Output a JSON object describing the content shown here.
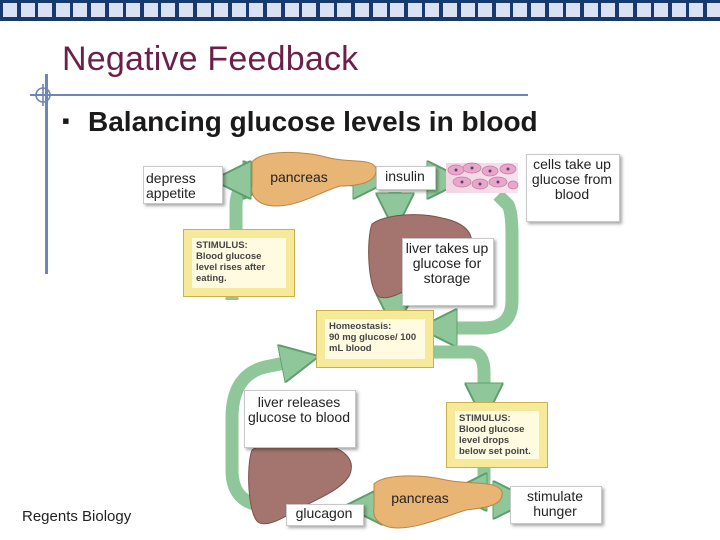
{
  "slide": {
    "title": "Negative Feedback",
    "bullet": "Balancing glucose levels in blood",
    "footer": "Regents Biology"
  },
  "diagram": {
    "depress_appetite": "depress appetite",
    "pancreas_top": "pancreas",
    "insulin": "insulin",
    "cells_take_up": "cells take up glucose from blood",
    "liver_storage": "liver takes up glucose for storage",
    "liver_releases": "liver releases glucose to blood",
    "glucagon": "glucagon",
    "pancreas_bottom": "pancreas",
    "stimulate_hunger": "stimulate hunger",
    "stimulus_high": {
      "heading": "STIMULUS:",
      "body": "Blood glucose level rises after eating."
    },
    "homeostasis": {
      "heading": "Homeostasis:",
      "body": "90 mg glucose/ 100 mL blood"
    },
    "stimulus_low": {
      "heading": "STIMULUS:",
      "body": "Blood glucose level drops below set point."
    }
  },
  "colors": {
    "header_bar": "#17396b",
    "title": "#6b1f4a",
    "cycle_arrows": "#8fc79a",
    "stimulus_box": "#f7e99a",
    "liver": "#a4756e",
    "pancreas": "#e9b574"
  }
}
